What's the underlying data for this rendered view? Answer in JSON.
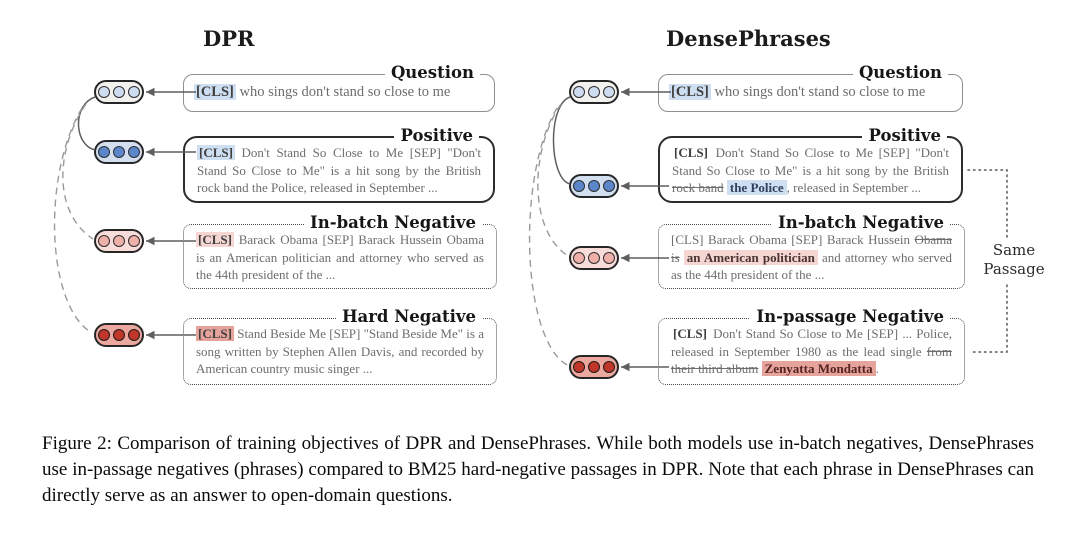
{
  "panels": {
    "dpr": {
      "title": "DPR",
      "question": {
        "label": "Question",
        "cls": "[CLS]",
        "text": "who sings don't stand so close to me"
      },
      "positive": {
        "label": "Positive",
        "cls": "[CLS]",
        "text": "Don't Stand So Close to Me [SEP] \"Don't Stand So Close to Me\" is a hit song by the British rock band the Police, released in September ..."
      },
      "in_batch": {
        "label": "In-batch Negative",
        "cls": "[CLS]",
        "text": "Barack Obama [SEP] Barack Hussein Obama is an American politician and attorney who served as the 44th president of the ..."
      },
      "hard": {
        "label": "Hard Negative",
        "cls": "[CLS]",
        "text": "Stand Beside Me [SEP] \"Stand Beside Me\" is a song written by Stephen Allen Davis, and recorded by American country music singer ..."
      }
    },
    "densephrases": {
      "title": "DensePhrases",
      "question": {
        "label": "Question",
        "cls": "[CLS]",
        "text": "who sings don't stand so close to me"
      },
      "positive": {
        "label": "Positive",
        "cls": "[CLS]",
        "pre": "Don't Stand So Close to Me [SEP] \"Don't Stand So Close to Me\" is a hit song by the British",
        "struck": "rock band",
        "phrase": "the Police",
        "post": ", released in September ..."
      },
      "in_batch": {
        "label": "In-batch Negative",
        "cls": "[CLS]",
        "pre": "Barack Obama [SEP] Barack Hussein",
        "struck": "Obama is",
        "phrase": "an American politician",
        "post": "and attorney who served as the 44th president of the ..."
      },
      "in_passage": {
        "label": "In-passage Negative",
        "cls": "[CLS]",
        "pre": "Don't Stand So Close to Me [SEP] ... Police, released in September 1980 as the lead single",
        "struck": "from their third album",
        "phrase": "Zenyatta Mondatta",
        "post": "."
      }
    },
    "same_passage": "Same Passage"
  },
  "caption": "Figure 2: Comparison of training objectives of DPR and DensePhrases. While both models use in-batch negatives, DensePhrases use in-passage negatives (phrases) compared to BM25 hard-negative passages in DPR. Note that each phrase in DensePhrases can directly serve as an answer to open-domain questions.",
  "colors": {
    "blue_highlight": "#cfdff2",
    "pink_highlight": "#f6d6d2",
    "red_highlight": "#e5a39c",
    "pale_blue_circle": "#cddcf0",
    "blue_circle": "#5b87ca",
    "pink_circle": "#efb0aa",
    "red_circle": "#c0362a",
    "blue_pill_bg": "#d2dff1",
    "pink_pill_bg": "#f8dcd9",
    "red_pill_bg": "#eca89e"
  }
}
